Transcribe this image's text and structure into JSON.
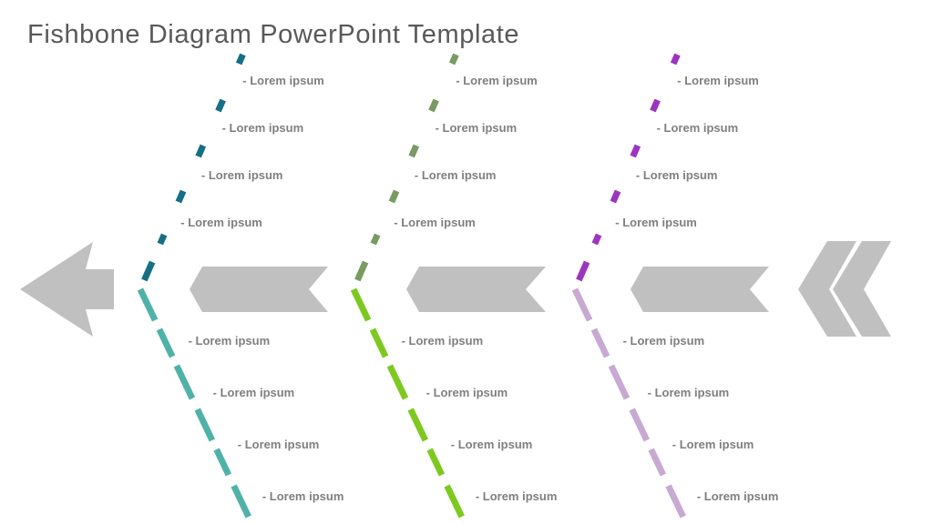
{
  "title": "Fishbone Diagram PowerPoint Template",
  "colors": {
    "arrows": "#c0c0c0",
    "labels": "#7f7f7f",
    "bones": [
      {
        "upper": "#156f85",
        "lower": "#4fb2a8"
      },
      {
        "upper": "#7a9a63",
        "lower": "#7dc91f"
      },
      {
        "upper": "#9b35bf",
        "lower": "#c7a9d2"
      }
    ]
  },
  "bones": [
    {
      "upper_labels": [
        "- Lorem ipsum",
        "- Lorem ipsum",
        "- Lorem ipsum",
        "- Lorem ipsum"
      ],
      "lower_labels": [
        "- Lorem ipsum",
        "- Lorem ipsum",
        "- Lorem ipsum",
        "- Lorem ipsum"
      ]
    },
    {
      "upper_labels": [
        "- Lorem ipsum",
        "- Lorem ipsum",
        "- Lorem ipsum",
        "- Lorem ipsum"
      ],
      "lower_labels": [
        "- Lorem ipsum",
        "- Lorem ipsum",
        "- Lorem ipsum",
        "- Lorem ipsum"
      ]
    },
    {
      "upper_labels": [
        "- Lorem ipsum",
        "- Lorem ipsum",
        "- Lorem ipsum",
        "- Lorem ipsum"
      ],
      "lower_labels": [
        "- Lorem ipsum",
        "- Lorem ipsum",
        "- Lorem ipsum",
        "- Lorem ipsum"
      ]
    }
  ]
}
